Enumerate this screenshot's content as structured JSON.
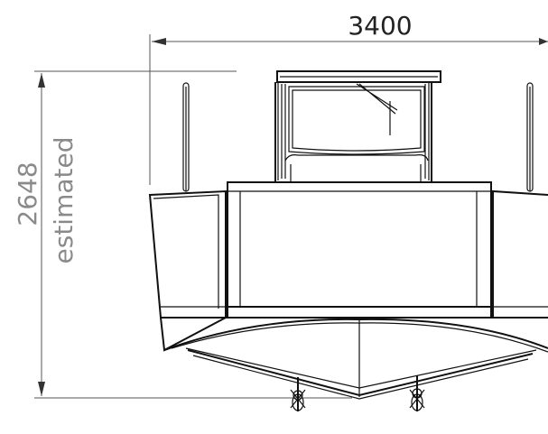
{
  "dimensions": {
    "width_value": "3400",
    "height_value": "2648",
    "height_note": "estimated"
  },
  "colors": {
    "line": "#111111",
    "dimension_line": "#555555",
    "dimension_text_width": "#222222",
    "dimension_text_height": "#8a8a8a"
  }
}
